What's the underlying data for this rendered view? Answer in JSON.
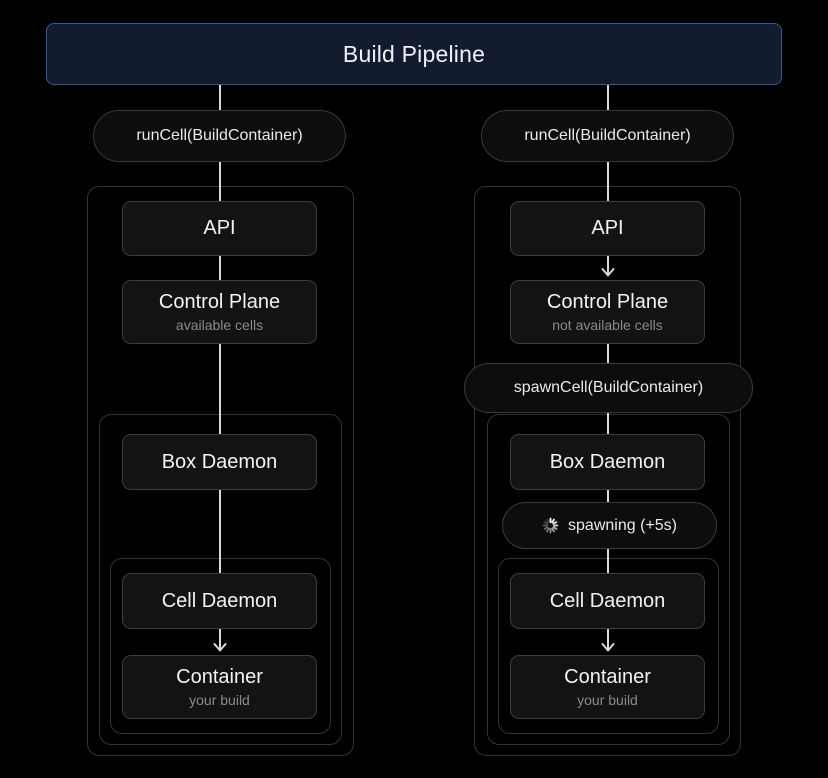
{
  "header": {
    "title": "Build Pipeline"
  },
  "colors": {
    "background": "#000000",
    "header_fill": "#121c2e",
    "header_border": "#2f5c94",
    "node_fill": "#131313",
    "node_border": "#3d3d3d",
    "group_border": "#333333",
    "pill_fill": "#0d0d0d",
    "pill_border": "#3a3a3a",
    "connector": "#d9d9d9",
    "text_primary": "#f2f2f3",
    "text_secondary": "#8a8a8d"
  },
  "columns": [
    {
      "id": "available-path",
      "entry_pill": "runCell(BuildContainer)",
      "api": {
        "title": "API"
      },
      "control_plane": {
        "title": "Control Plane",
        "subtitle": "available cells"
      },
      "box_daemon": {
        "title": "Box Daemon"
      },
      "cell_daemon": {
        "title": "Cell Daemon"
      },
      "container": {
        "title": "Container",
        "subtitle": "your build"
      },
      "spawn_pill": null,
      "spawning_badge": null
    },
    {
      "id": "not-available-path",
      "entry_pill": "runCell(BuildContainer)",
      "api": {
        "title": "API"
      },
      "control_plane": {
        "title": "Control Plane",
        "subtitle": "not available cells"
      },
      "box_daemon": {
        "title": "Box Daemon"
      },
      "cell_daemon": {
        "title": "Cell Daemon"
      },
      "container": {
        "title": "Container",
        "subtitle": "your build"
      },
      "spawn_pill": "spawnCell(BuildContainer)",
      "spawning_badge": {
        "label": "spawning (+5s)",
        "icon": "spinner-icon"
      }
    }
  ]
}
